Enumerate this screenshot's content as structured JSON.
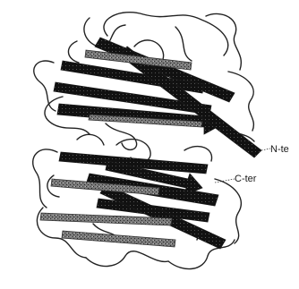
{
  "figure": {
    "label_n_terminus": "N-te",
    "label_c_terminus": "C-ter",
    "style": "black-and-white ribbon diagram of a beta-sandwich protein dimer (speckled scan)",
    "colors": {
      "ink": "#1a1a1a",
      "paper": "#ffffff",
      "shade": "#8a8a8a"
    }
  }
}
